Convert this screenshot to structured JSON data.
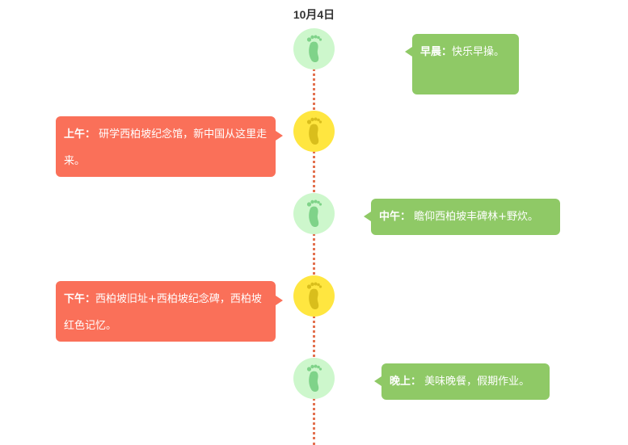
{
  "timeline": {
    "date": "10月4日",
    "events": [
      {
        "label": "早晨：",
        "text": "快乐早操。",
        "color": "#8fc966",
        "node_color": "#cdf7cc",
        "node_icon": "footprint-icon"
      },
      {
        "label": "上午：",
        "text": " 研学西柏坡纪念馆，新中国从这里走来。",
        "color": "#fa7059",
        "node_color": "#ffe640",
        "node_icon": "footprint-icon"
      },
      {
        "label": "中午：",
        "text": " 瞻仰西柏坡丰碑林+野炊。",
        "color": "#8fc966",
        "node_color": "#cdf7cc",
        "node_icon": "footprint-icon"
      },
      {
        "label": "下午：",
        "text": "西柏坡旧址+西柏坡纪念碑，西柏坡红色记忆。",
        "color": "#fa7059",
        "node_color": "#ffe640",
        "node_icon": "footprint-icon"
      },
      {
        "label": "晚上：",
        "text": " 美味晚餐，假期作业。",
        "color": "#8fc966",
        "node_color": "#cdf7cc",
        "node_icon": "footprint-icon"
      }
    ],
    "line_color": "#e3714f"
  }
}
